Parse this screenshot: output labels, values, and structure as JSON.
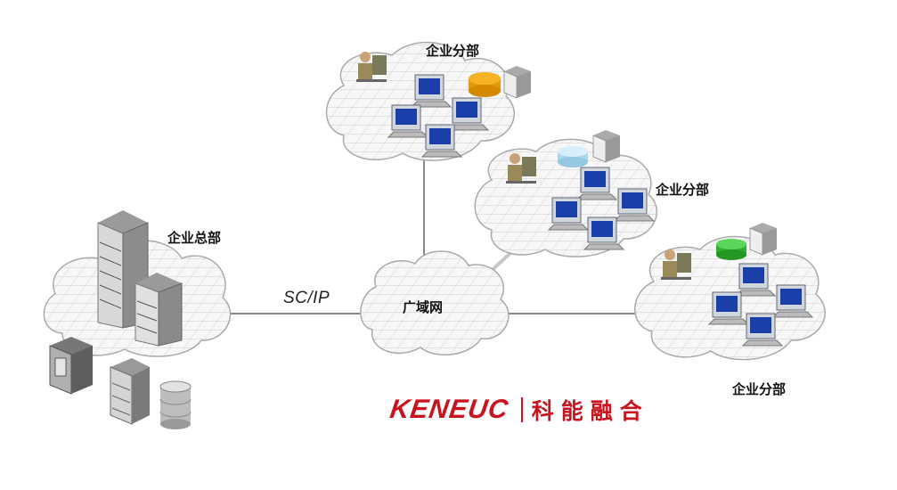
{
  "diagram": {
    "nodes": {
      "headquarters": {
        "label": "企业总部"
      },
      "wan": {
        "label": "广域网"
      },
      "branch_top": {
        "label": "企业分部"
      },
      "branch_middle": {
        "label": "企业分部"
      },
      "branch_right": {
        "label": "企业分部"
      }
    },
    "link_label": "SC/IP",
    "logo": {
      "brand": "KENEUC",
      "name": "科能融合"
    },
    "colors": {
      "branch_top_db": "#f5b324",
      "branch_middle_db": "#bfe4f5",
      "branch_right_db": "#3cc43c",
      "brand": "#c8141e"
    }
  }
}
